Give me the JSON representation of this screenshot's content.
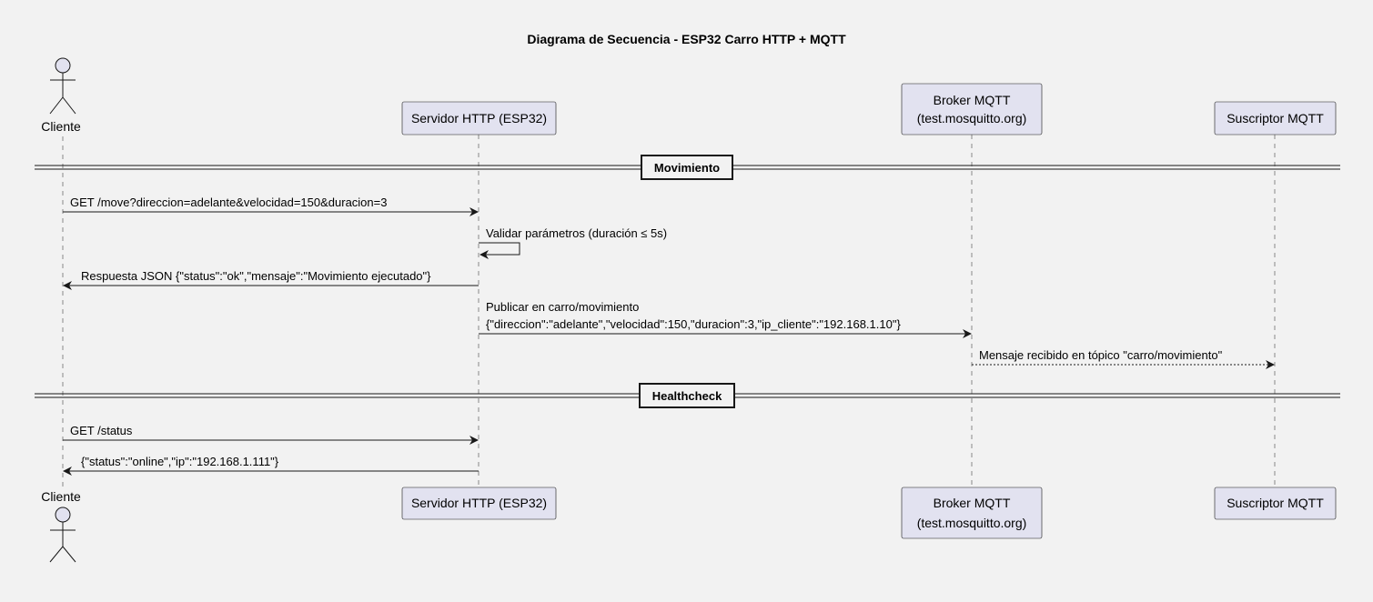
{
  "title": "Diagrama de Secuencia - ESP32 Carro HTTP + MQTT",
  "participants": {
    "cliente": {
      "label": "Cliente",
      "kind": "actor"
    },
    "servidor": {
      "label": "Servidor HTTP (ESP32)",
      "kind": "box"
    },
    "broker": {
      "line1": "Broker MQTT",
      "line2": "(test.mosquitto.org)",
      "kind": "box"
    },
    "suscriptor": {
      "label": "Suscriptor MQTT",
      "kind": "box"
    }
  },
  "groups": [
    {
      "label": "Movimiento",
      "messages": [
        {
          "from": "cliente",
          "to": "servidor",
          "style": "solid",
          "lines": [
            "GET /move?direccion=adelante&velocidad=150&duracion=3"
          ]
        },
        {
          "from": "servidor",
          "to": "servidor",
          "style": "self",
          "lines": [
            "Validar parámetros (duración ≤ 5s)"
          ]
        },
        {
          "from": "servidor",
          "to": "cliente",
          "style": "solid",
          "lines": [
            "Respuesta JSON {\"status\":\"ok\",\"mensaje\":\"Movimiento ejecutado\"}"
          ]
        },
        {
          "from": "servidor",
          "to": "broker",
          "style": "solid",
          "lines": [
            "Publicar en carro/movimiento",
            "{\"direccion\":\"adelante\",\"velocidad\":150,\"duracion\":3,\"ip_cliente\":\"192.168.1.10\"}"
          ]
        },
        {
          "from": "broker",
          "to": "suscriptor",
          "style": "dotted",
          "lines": [
            "Mensaje recibido en tópico \"carro/movimiento\""
          ]
        }
      ]
    },
    {
      "label": "Healthcheck",
      "messages": [
        {
          "from": "cliente",
          "to": "servidor",
          "style": "solid",
          "lines": [
            "GET /status"
          ]
        },
        {
          "from": "servidor",
          "to": "cliente",
          "style": "solid",
          "lines": [
            "{\"status\":\"online\",\"ip\":\"192.168.1.111\"}"
          ]
        }
      ]
    }
  ],
  "colors": {
    "background": "#f2f2f2",
    "participant_fill": "#e2e2f0",
    "participant_border": "#181818",
    "lifeline": "#888888",
    "arrow": "#181818"
  }
}
